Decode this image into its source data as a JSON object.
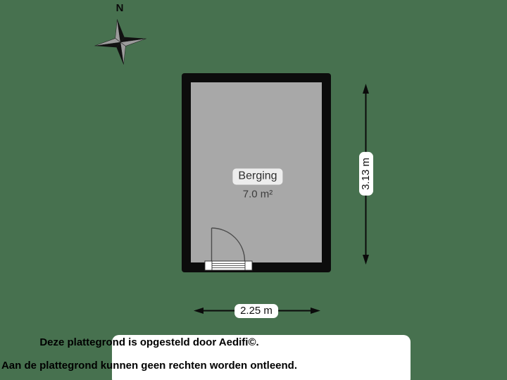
{
  "canvas": {
    "background_color": "#47714F"
  },
  "compass": {
    "label": "N"
  },
  "floorplan": {
    "room": {
      "name": "Berging",
      "area": "7.0 m²",
      "wall_color": "#0c0c0c",
      "floor_color": "#a8a8a8"
    },
    "dimensions": {
      "width_label": "2.25 m",
      "height_label": "3.13 m"
    }
  },
  "footer": {
    "line1": "Deze plattegrond is opgesteld door Aedifi©.",
    "line2": "Aan de plattegrond kunnen geen rechten worden ontleend."
  }
}
